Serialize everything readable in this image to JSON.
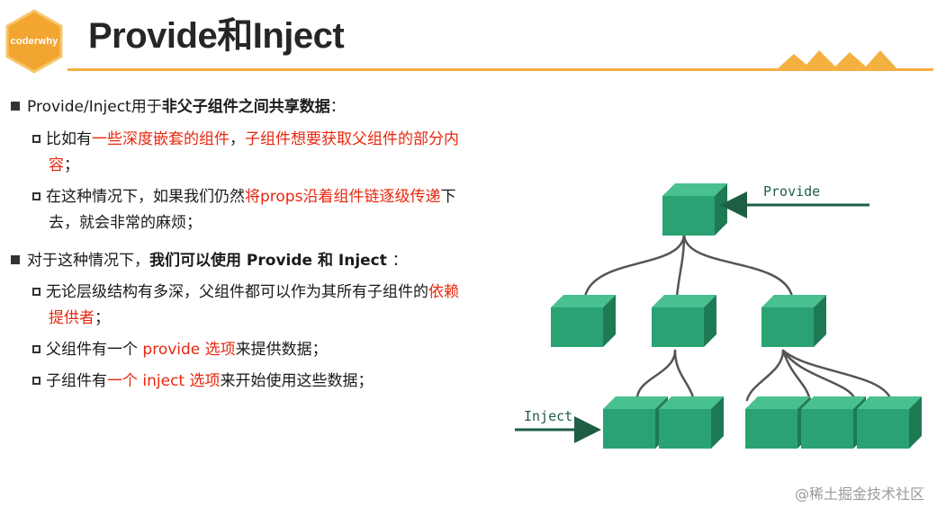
{
  "header": {
    "logo_text": "coderwhy",
    "title": "Provide和Inject"
  },
  "bullets": [
    {
      "parts": [
        {
          "text": "Provide/Inject用于",
          "style": "normal"
        },
        {
          "text": "非父子组件之间共享数据",
          "style": "bold"
        },
        {
          "text": "：",
          "style": "normal"
        }
      ],
      "sub": [
        {
          "line1": [
            {
              "text": "比如有",
              "style": "normal"
            },
            {
              "text": "一些深度嵌套的组件",
              "style": "red"
            },
            {
              "text": "，",
              "style": "normal"
            },
            {
              "text": "子组件想要获取父组件的部分内",
              "style": "red"
            }
          ],
          "line2": [
            {
              "text": "容",
              "style": "red"
            },
            {
              "text": "；",
              "style": "normal"
            }
          ]
        },
        {
          "line1": [
            {
              "text": "在这种情况下，如果我们仍然",
              "style": "normal"
            },
            {
              "text": "将props沿着组件链逐级传递",
              "style": "red"
            },
            {
              "text": "下",
              "style": "normal"
            }
          ],
          "line2": [
            {
              "text": "去，就会非常的麻烦；",
              "style": "normal"
            }
          ]
        }
      ]
    },
    {
      "parts": [
        {
          "text": "对于这种情况下，",
          "style": "normal"
        },
        {
          "text": "我们可以使用 Provide 和 Inject ",
          "style": "bold"
        },
        {
          "text": "：",
          "style": "normal"
        }
      ],
      "sub": [
        {
          "line1": [
            {
              "text": "无论层级结构有多深，父组件都可以作为其所有子组件的",
              "style": "normal"
            },
            {
              "text": "依赖",
              "style": "red"
            }
          ],
          "line2": [
            {
              "text": "提供者",
              "style": "red"
            },
            {
              "text": "；",
              "style": "normal"
            }
          ]
        },
        {
          "line1": [
            {
              "text": "父组件有一个 ",
              "style": "normal"
            },
            {
              "text": "provide 选项",
              "style": "red"
            },
            {
              "text": "来提供数据；",
              "style": "normal"
            }
          ]
        },
        {
          "line1": [
            {
              "text": "子组件有",
              "style": "normal"
            },
            {
              "text": "一个 inject 选项",
              "style": "red"
            },
            {
              "text": "来开始使用这些数据；",
              "style": "normal"
            }
          ]
        }
      ]
    }
  ],
  "diagram": {
    "provide_label": "Provide",
    "inject_label": "Inject",
    "cube_color": "#2aa274"
  },
  "watermark": "@稀土掘金技术社区"
}
